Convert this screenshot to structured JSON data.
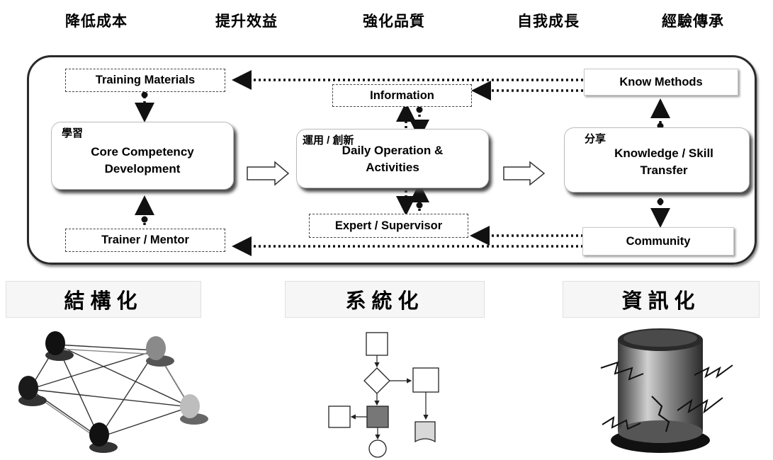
{
  "goals": [
    "降低成本",
    "提升效益",
    "強化品質",
    "自我成長",
    "經驗傳承"
  ],
  "boxes": {
    "training_materials": "Training Materials",
    "information": "Information",
    "know_methods": "Know Methods",
    "trainer_mentor": "Trainer / Mentor",
    "expert_supervisor": "Expert / Supervisor",
    "community": "Community"
  },
  "stages": {
    "learn": {
      "tag": "學習",
      "line1": "Core Competency",
      "line2": "Development"
    },
    "apply": {
      "tag": "運用 / 創新",
      "line1": "Daily Operation &",
      "line2": "Activities"
    },
    "share": {
      "tag": "分享",
      "line1": "Knowledge / Skill",
      "line2": "Transfer"
    }
  },
  "pillars": [
    "結構化",
    "系統化",
    "資訊化"
  ],
  "colors": {
    "ink": "#000000",
    "frame": "#2a2a2a",
    "shade": "#444444"
  }
}
